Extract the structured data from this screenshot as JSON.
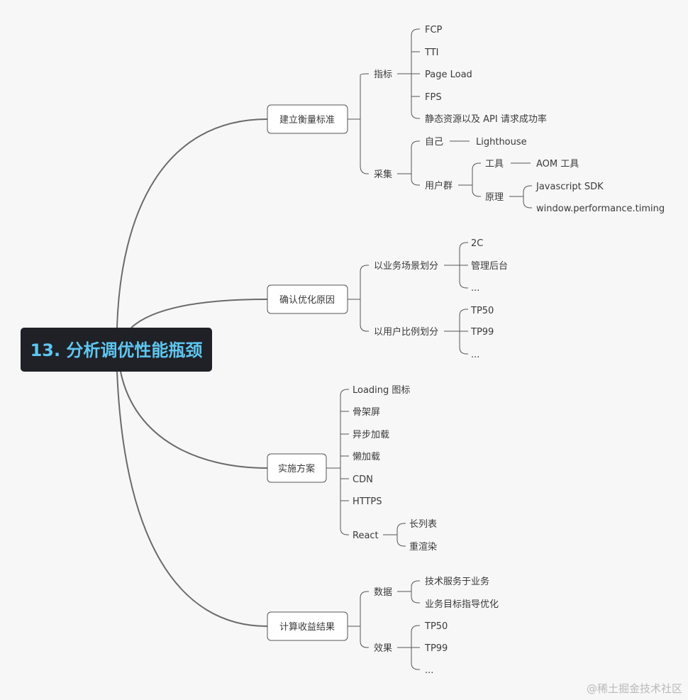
{
  "root": {
    "label": "13. 分析调优性能瓶颈"
  },
  "branches": [
    {
      "label": "建立衡量标准",
      "children": [
        {
          "label": "指标",
          "children": [
            {
              "label": "FCP"
            },
            {
              "label": "TTI"
            },
            {
              "label": "Page Load"
            },
            {
              "label": "FPS"
            },
            {
              "label": "静态资源以及 API 请求成功率"
            }
          ]
        },
        {
          "label": "采集",
          "children": [
            {
              "label": "自己",
              "children": [
                {
                  "label": "Lighthouse"
                }
              ]
            },
            {
              "label": "用户群",
              "children": [
                {
                  "label": "工具",
                  "children": [
                    {
                      "label": "AOM 工具"
                    }
                  ]
                },
                {
                  "label": "原理",
                  "children": [
                    {
                      "label": "Javascript SDK"
                    },
                    {
                      "label": "window.performance.timing"
                    }
                  ]
                }
              ]
            }
          ]
        }
      ]
    },
    {
      "label": "确认优化原因",
      "children": [
        {
          "label": "以业务场景划分",
          "children": [
            {
              "label": "2C"
            },
            {
              "label": "管理后台"
            },
            {
              "label": "..."
            }
          ]
        },
        {
          "label": "以用户比例划分",
          "children": [
            {
              "label": "TP50"
            },
            {
              "label": "TP99"
            },
            {
              "label": "..."
            }
          ]
        }
      ]
    },
    {
      "label": "实施方案",
      "children": [
        {
          "label": "Loading 图标"
        },
        {
          "label": "骨架屏"
        },
        {
          "label": "异步加载"
        },
        {
          "label": "懒加载"
        },
        {
          "label": "CDN"
        },
        {
          "label": "HTTPS"
        },
        {
          "label": "React",
          "children": [
            {
              "label": "长列表"
            },
            {
              "label": "重渲染"
            }
          ]
        }
      ]
    },
    {
      "label": "计算收益结果",
      "children": [
        {
          "label": "数据",
          "children": [
            {
              "label": "技术服务于业务"
            },
            {
              "label": "业务目标指导优化"
            }
          ]
        },
        {
          "label": "效果",
          "children": [
            {
              "label": "TP50"
            },
            {
              "label": "TP99"
            },
            {
              "label": "..."
            }
          ]
        }
      ]
    }
  ],
  "watermark": "@稀土掘金技术社区"
}
